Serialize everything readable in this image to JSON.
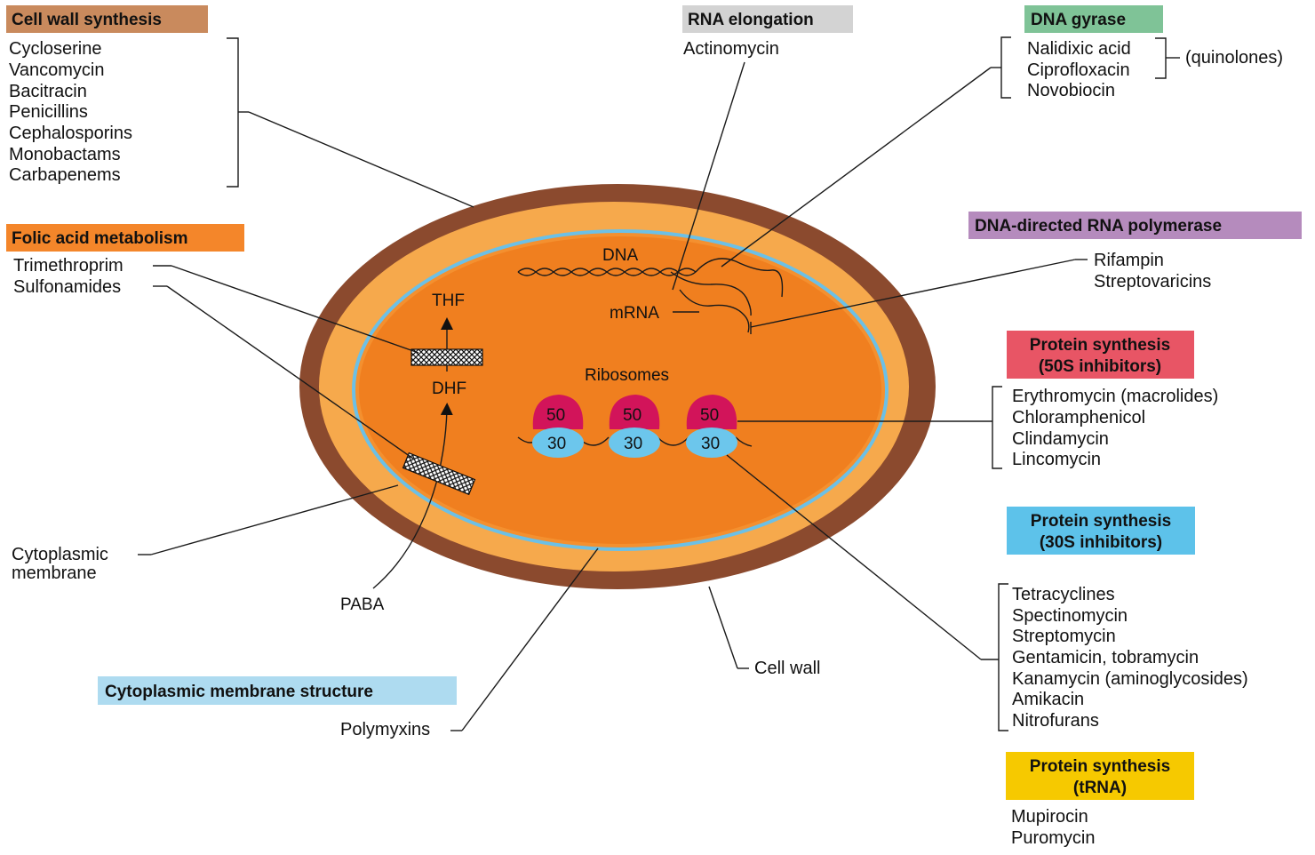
{
  "colors": {
    "cell_wall": "#8b4a2e",
    "periplasm": "#f6a94c",
    "cytoplasm": "#f07f1f",
    "membrane": "#6cc0e6",
    "ribosome_50": "#d2145a",
    "ribosome_30": "#6cc6ec",
    "hdr_cell_wall": "#c98a5d",
    "hdr_folic": "#f4862a",
    "hdr_rna_elong": "#d3d3d3",
    "hdr_gyrase": "#7fc397",
    "hdr_rnap": "#b58bbd",
    "hdr_50s": "#e85565",
    "hdr_30s": "#5dc2ea",
    "hdr_trna": "#f6c900",
    "hdr_membrane": "#aedbf0"
  },
  "groups": {
    "cell_wall_synthesis": {
      "title": "Cell wall synthesis",
      "drugs": [
        "Cycloserine",
        "Vancomycin",
        "Bacitracin",
        "Penicillins",
        "Cephalosporins",
        "Monobactams",
        "Carbapenems"
      ]
    },
    "folic_acid": {
      "title": "Folic acid metabolism",
      "drugs": [
        "Trimethroprim",
        "Sulfonamides"
      ]
    },
    "rna_elongation": {
      "title": "RNA elongation",
      "drugs": [
        "Actinomycin"
      ]
    },
    "dna_gyrase": {
      "title": "DNA gyrase",
      "drugs": [
        "Nalidixic acid",
        "Ciprofloxacin",
        "Novobiocin"
      ],
      "note": "(quinolones)"
    },
    "rna_polymerase": {
      "title": "DNA-directed RNA polymerase",
      "drugs": [
        "Rifampin",
        "Streptovaricins"
      ]
    },
    "protein_50s": {
      "title_line1": "Protein synthesis",
      "title_line2": "(50S inhibitors)",
      "drugs": [
        "Erythromycin (macrolides)",
        "Chloramphenicol",
        "Clindamycin",
        "Lincomycin"
      ]
    },
    "protein_30s": {
      "title_line1": "Protein synthesis",
      "title_line2": "(30S inhibitors)",
      "drugs": [
        "Tetracyclines",
        "Spectinomycin",
        "Streptomycin",
        "Gentamicin, tobramycin",
        "Kanamycin (aminoglycosides)",
        "Amikacin",
        "Nitrofurans"
      ]
    },
    "protein_trna": {
      "title_line1": "Protein synthesis",
      "title_line2": "(tRNA)",
      "drugs": [
        "Mupirocin",
        "Puromycin"
      ]
    },
    "membrane_structure": {
      "title": "Cytoplasmic membrane structure",
      "drugs": [
        "Polymyxins"
      ]
    }
  },
  "cell_labels": {
    "dna": "DNA",
    "mrna": "mRNA",
    "ribosomes": "Ribosomes",
    "r50": "50",
    "r30": "30",
    "thf": "THF",
    "dhf": "DHF",
    "paba": "PABA",
    "cell_wall": "Cell wall",
    "cytoplasmic_membrane_1": "Cytoplasmic",
    "cytoplasmic_membrane_2": "membrane"
  }
}
